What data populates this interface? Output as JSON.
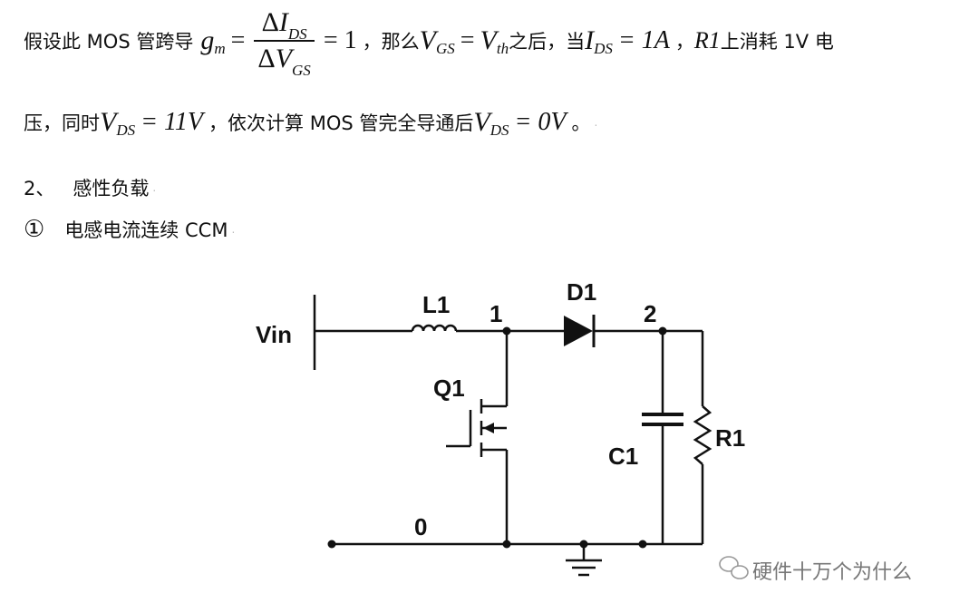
{
  "para1": {
    "t1": "假设此 MOS 管跨导",
    "gm_g": "g",
    "gm_sub": "m",
    "eq": "=",
    "frac_num_delta": "Δ",
    "frac_num_var": "I",
    "frac_num_sub": "DS",
    "frac_den_delta": "Δ",
    "frac_den_var": "V",
    "frac_den_sub": "GS",
    "eq_one": "= 1",
    "t2": "，那么",
    "vgs_var": "V",
    "vgs_sub": "GS",
    "eq2": "=",
    "vth_var": "V",
    "vth_sub": "th",
    "t3": "之后，当",
    "ids_var": "I",
    "ids_sub": "DS",
    "ids_val": "= 1A",
    "t4": "，",
    "r1": "R1",
    "t5": "上消耗 1V 电"
  },
  "para2": {
    "t1": "压，同时",
    "vds_var": "V",
    "vds_sub": "DS",
    "vds_val": "= 11V",
    "t2": "，依次计算 MOS 管完全导通后",
    "vds2_var": "V",
    "vds2_sub": "DS",
    "vds2_val": "= 0V",
    "t3": "。"
  },
  "heading2": {
    "num": "2、",
    "text": "感性负载"
  },
  "heading3": {
    "num": "①",
    "text": "电感电流连续 CCM"
  },
  "circuit": {
    "vin": "Vin",
    "l1": "L1",
    "node1": "1",
    "d1": "D1",
    "node2": "2",
    "q1": "Q1",
    "c1": "C1",
    "r1": "R1",
    "node0": "0"
  },
  "watermark": "硬件十万个为什么"
}
